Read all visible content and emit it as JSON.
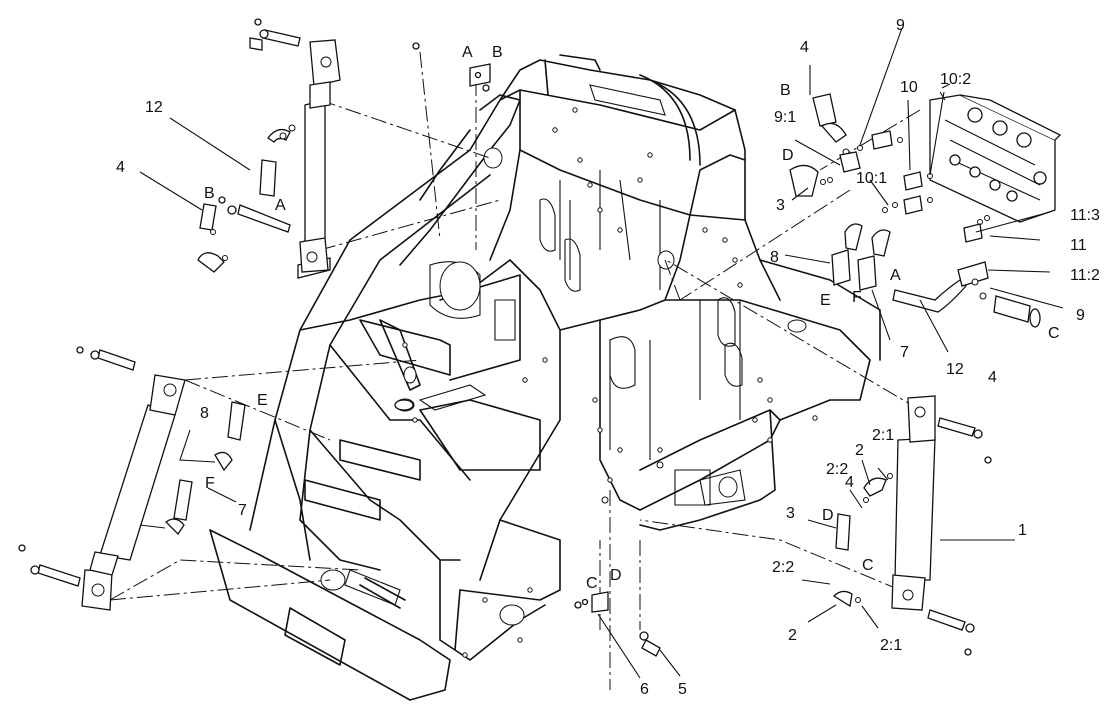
{
  "callouts": {
    "c_4_top": "4",
    "c_9_top": "9",
    "c_B_top": "B",
    "c_9_1": "9:1",
    "c_10": "10",
    "c_10_2": "10:2",
    "c_D_top": "D",
    "c_3_top": "3",
    "c_10_1": "10:1",
    "c_11_3": "11:3",
    "c_11": "11",
    "c_8_right": "8",
    "c_E_right": "E",
    "c_F_right": "F",
    "c_A_right": "A",
    "c_11_2": "11:2",
    "c_9_right": "9",
    "c_C_right": "C",
    "c_7_right": "7",
    "c_12_right": "12",
    "c_4_right": "4",
    "c_A_bracket": "A",
    "c_B_bracket": "B",
    "c_12_left": "12",
    "c_4_left": "4",
    "c_B_left": "B",
    "c_A_left": "A",
    "c_8_left": "8",
    "c_E_left": "E",
    "c_F_left": "F",
    "c_7_left": "7",
    "c_2_1_top": "2:1",
    "c_2_top": "2",
    "c_2_2_top": "2:2",
    "c_4_mid": "4",
    "c_3_mid": "3",
    "c_D_mid": "D",
    "c_1": "1",
    "c_2_2_bot": "2:2",
    "c_C_mid": "C",
    "c_2_bot": "2",
    "c_2_1_bot": "2:1",
    "c_C_bracket": "C",
    "c_D_bracket": "D",
    "c_6": "6",
    "c_5": "5"
  }
}
